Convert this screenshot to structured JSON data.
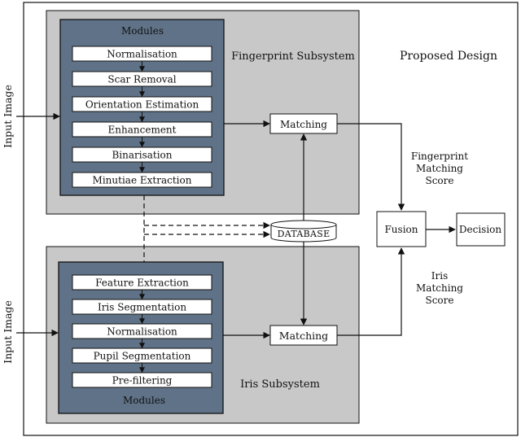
{
  "design": {
    "title": "Proposed Design",
    "input_label_top": "Input Image",
    "input_label_bottom": "Input Image"
  },
  "fingerprint": {
    "subsystem_label": "Fingerprint Subsystem",
    "modules_title": "Modules",
    "modules": [
      "Normalisation",
      "Scar Removal",
      "Orientation Estimation",
      "Enhancement",
      "Binarisation",
      "Minutiae Extraction"
    ],
    "matching_label": "Matching",
    "score_label": [
      "Fingerprint",
      "Matching",
      "Score"
    ]
  },
  "iris": {
    "subsystem_label": "Iris Subsystem",
    "modules_title": "Modules",
    "modules": [
      "Feature Extraction",
      "Iris Segmentation",
      "Normalisation",
      "Pupil Segmentation",
      "Pre-filtering"
    ],
    "matching_label": "Matching",
    "score_label": [
      "Iris",
      "Matching",
      "Score"
    ]
  },
  "database_label": "DATABASE",
  "fusion_label": "Fusion",
  "decision_label": "Decision",
  "colors": {
    "subsystem_fill": "#c8c8c8",
    "modules_fill": "#5f7287",
    "module_box_fill": "#ffffff",
    "line": "#111111"
  }
}
